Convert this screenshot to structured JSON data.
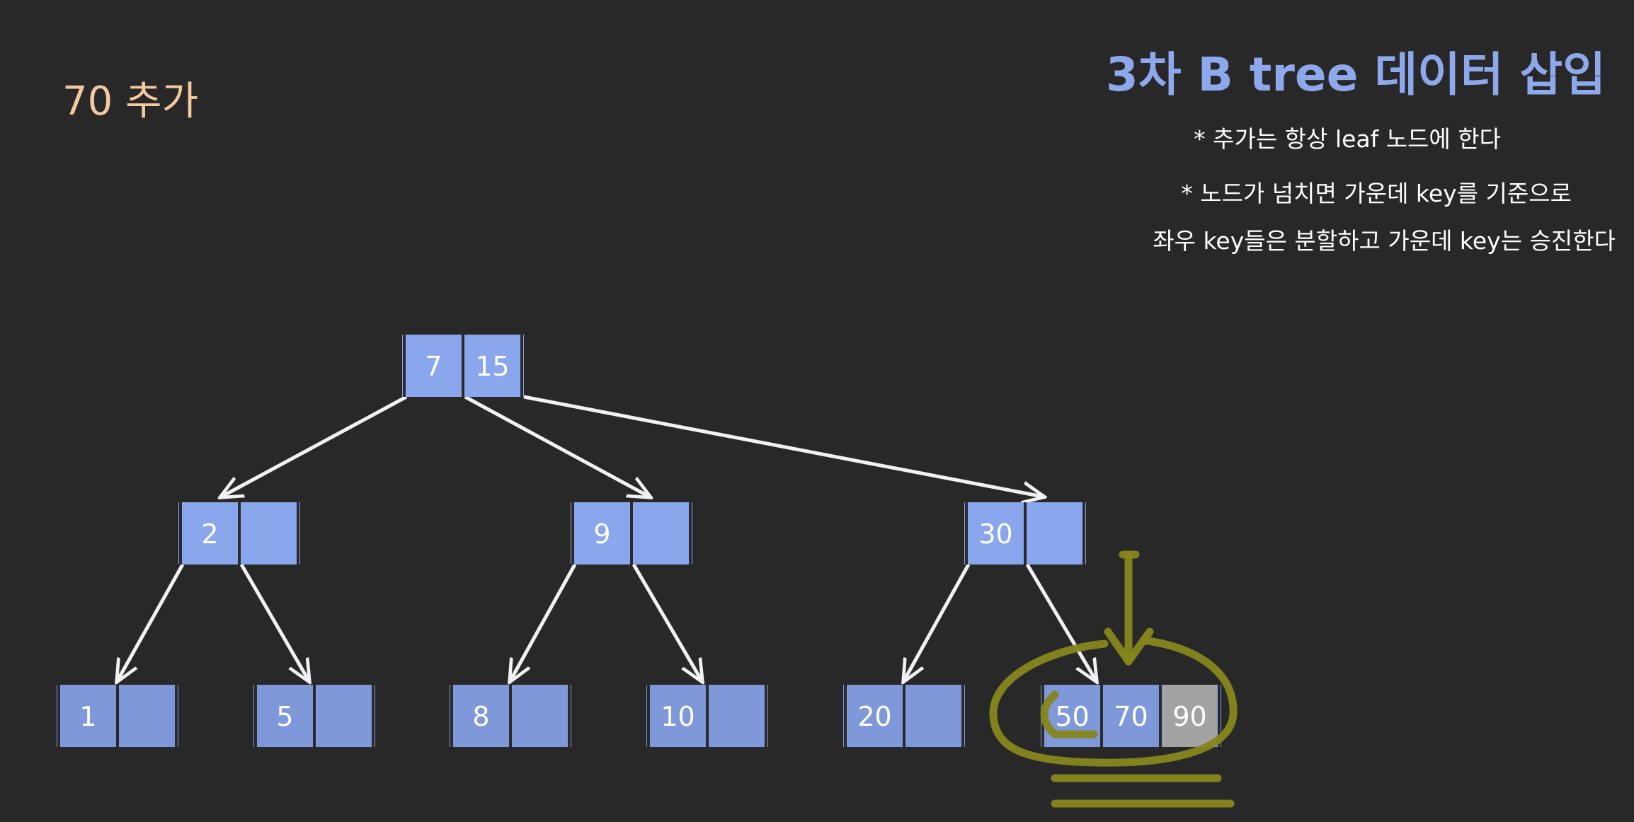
{
  "step_label": "70 추가",
  "title": "3차 B tree 데이터 삽입",
  "rules": [
    "* 추가는 항상 leaf 노드에 한다",
    "* 노드가 넘치면 가운데 key를 기준으로",
    "좌우 key들은 분할하고 가운데 key는 승진한다"
  ],
  "tree": {
    "root": {
      "keys": [
        "7",
        "15"
      ]
    },
    "level1": [
      {
        "keys": [
          "2",
          ""
        ]
      },
      {
        "keys": [
          "9",
          ""
        ]
      },
      {
        "keys": [
          "30",
          ""
        ]
      }
    ],
    "leaves": [
      {
        "keys": [
          "1",
          ""
        ]
      },
      {
        "keys": [
          "5",
          ""
        ]
      },
      {
        "keys": [
          "8",
          ""
        ]
      },
      {
        "keys": [
          "10",
          ""
        ]
      },
      {
        "keys": [
          "20",
          ""
        ]
      },
      {
        "keys": [
          "50",
          "70",
          "90"
        ],
        "overflow_index": 2
      }
    ]
  },
  "colors": {
    "background": "#282829",
    "node": "#8aa6ec",
    "overflow_key": "#a3a3a3",
    "title": "#8ea8ec",
    "step_label": "#f3c9a0",
    "highlight": "#86861c"
  }
}
